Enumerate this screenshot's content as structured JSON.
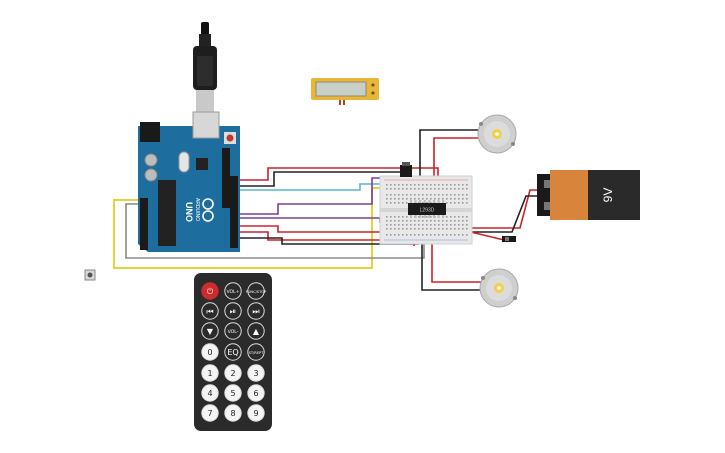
{
  "arduino": {
    "brand": "ARDUINO",
    "model": "UNO",
    "tm": "TM"
  },
  "motor_driver": {
    "chip_label": "L293D"
  },
  "battery": {
    "label": "9V"
  },
  "remote": {
    "buttons": [
      {
        "id": "power",
        "label": "⏻"
      },
      {
        "id": "vol-plus",
        "label": "VOL+"
      },
      {
        "id": "func-stop",
        "label": "FUNC/STOP"
      },
      {
        "id": "prev",
        "label": "⏮"
      },
      {
        "id": "play-pause",
        "label": "⏯"
      },
      {
        "id": "next",
        "label": "⏭"
      },
      {
        "id": "down",
        "label": "▼"
      },
      {
        "id": "vol-minus",
        "label": "VOL-"
      },
      {
        "id": "up",
        "label": "▲"
      },
      {
        "id": "zero",
        "label": "0"
      },
      {
        "id": "eq",
        "label": "EQ"
      },
      {
        "id": "st-rept",
        "label": "ST/REPT"
      },
      {
        "id": "one",
        "label": "1"
      },
      {
        "id": "two",
        "label": "2"
      },
      {
        "id": "three",
        "label": "3"
      },
      {
        "id": "four",
        "label": "4"
      },
      {
        "id": "five",
        "label": "5"
      },
      {
        "id": "six",
        "label": "6"
      },
      {
        "id": "seven",
        "label": "7"
      },
      {
        "id": "eight",
        "label": "8"
      },
      {
        "id": "nine",
        "label": "9"
      }
    ]
  },
  "colors": {
    "arduino_blue": "#1d6e9e",
    "wire_red": "#d0202a",
    "wire_black": "#222222",
    "wire_yellow": "#e6d23a",
    "wire_purple": "#7a3f9a",
    "wire_cyan": "#5ab4d6",
    "wire_gray": "#8a8a8a",
    "battery_orange": "#d8843a",
    "lcd_gold": "#e9b637",
    "remote_body": "#2b2b2b",
    "motor_gray": "#cfcfcf"
  }
}
